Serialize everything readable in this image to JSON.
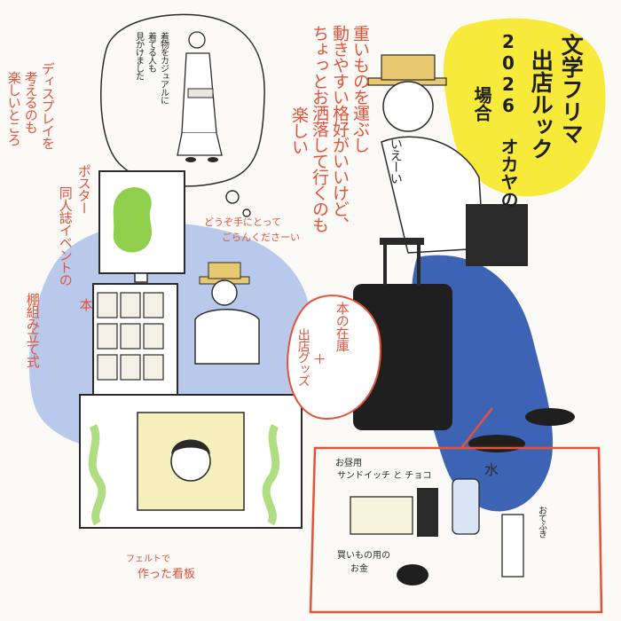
{
  "title": {
    "col1": "文学フリマ",
    "col2": "出店ルック",
    "col3": "2026 オカヤの",
    "col4": "場合"
  },
  "notes": {
    "move_1": "重いものを運ぶし",
    "move_2": "動きやすい格好がいいけど、",
    "move_3": "ちょっとお洒落して行くのも",
    "move_4": "楽しい",
    "kimono_1": "着物をカジュアルに",
    "kimono_2": "着てる人も",
    "kimono_3": "見かけました",
    "display_1": "ディスプレイを",
    "display_2": "考えるのも",
    "display_3": "楽しいところ",
    "poster": "ポスター",
    "doujin_1": "同人誌イベントの",
    "doujin_2": "本",
    "shelf": "棚組み立て式",
    "dozo_1": "どうぞ手にとって",
    "dozo_2": "ごらんくださーい",
    "iiee": "いえーい",
    "stock_1": "本の在庫",
    "stock_plus": "＋",
    "stock_2": "出店グッズ",
    "felt_1": "フェルトで",
    "felt_2": "作った看板"
  },
  "items": {
    "lunch_1": "お昼用",
    "lunch_2": "サンドイッチ と チョコ",
    "water": "水",
    "wipe": "おてふき",
    "wallet_1": "買いもの用の",
    "wallet_2": "お金"
  },
  "colors": {
    "accent_red": "#e2533b",
    "yellow": "#f7ea3a",
    "blue": "#3d63b5",
    "light_blue": "#b8c9ec",
    "green": "#8fcf4c",
    "ink": "#2a2a2a"
  }
}
